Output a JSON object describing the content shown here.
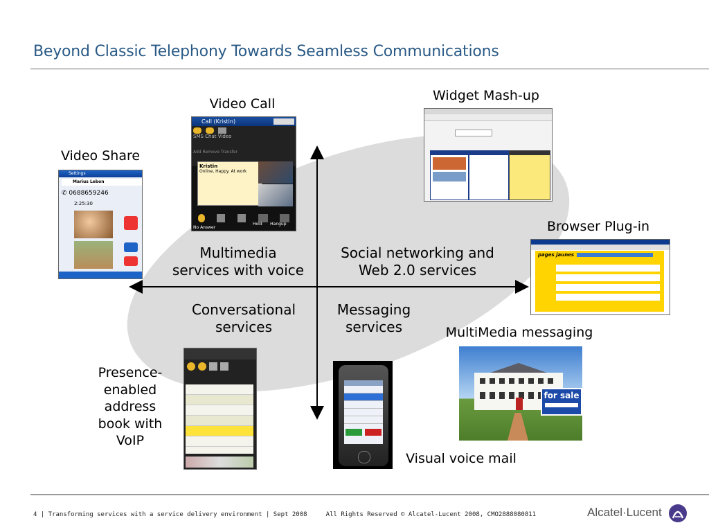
{
  "slide": {
    "title": "Beyond Classic Telephony Towards Seamless Communications",
    "quadrants": {
      "top_left": [
        "Multimedia",
        "services with voice"
      ],
      "top_right": [
        "Social networking and",
        "Web 2.0 services"
      ],
      "bottom_left": [
        "Conversational",
        "services"
      ],
      "bottom_right": [
        "Messaging",
        "services"
      ]
    },
    "labels": {
      "video_call": "Video Call",
      "widget_mashup": "Widget Mash-up",
      "video_share": "Video Share",
      "browser_plugin": "Browser Plug-in",
      "multimedia_messaging": "MultiMedia messaging",
      "presence": [
        "Presence-",
        "enabled",
        "address",
        "book with",
        "VoIP"
      ],
      "visual_voicemail": "Visual voice mail"
    },
    "screens": {
      "video_call": {
        "title": "Call (Kristin)",
        "tabs": [
          "SMS",
          "Chat",
          "Video"
        ],
        "actions": [
          "Add",
          "Remove",
          "Transfer"
        ],
        "contact": "Kristin",
        "status": "Online, Happy. At work",
        "buttons": [
          "Hold",
          "Hangup"
        ],
        "footer": "No Answer"
      },
      "video_share": {
        "header": "Settings",
        "contact": "Marius Lebon",
        "number": "0688659246",
        "duration": "2:25:30"
      },
      "for_sale_sign": "for sale",
      "pages_jaunes": "pages jaunes"
    },
    "footer": {
      "page_number": "4",
      "left": "4 | Transforming services with a service delivery environment | Sept 2008",
      "right": "All Rights Reserved © Alcatel-Lucent 2008, CMO2888080811"
    },
    "logo": "Alcatel·Lucent"
  }
}
